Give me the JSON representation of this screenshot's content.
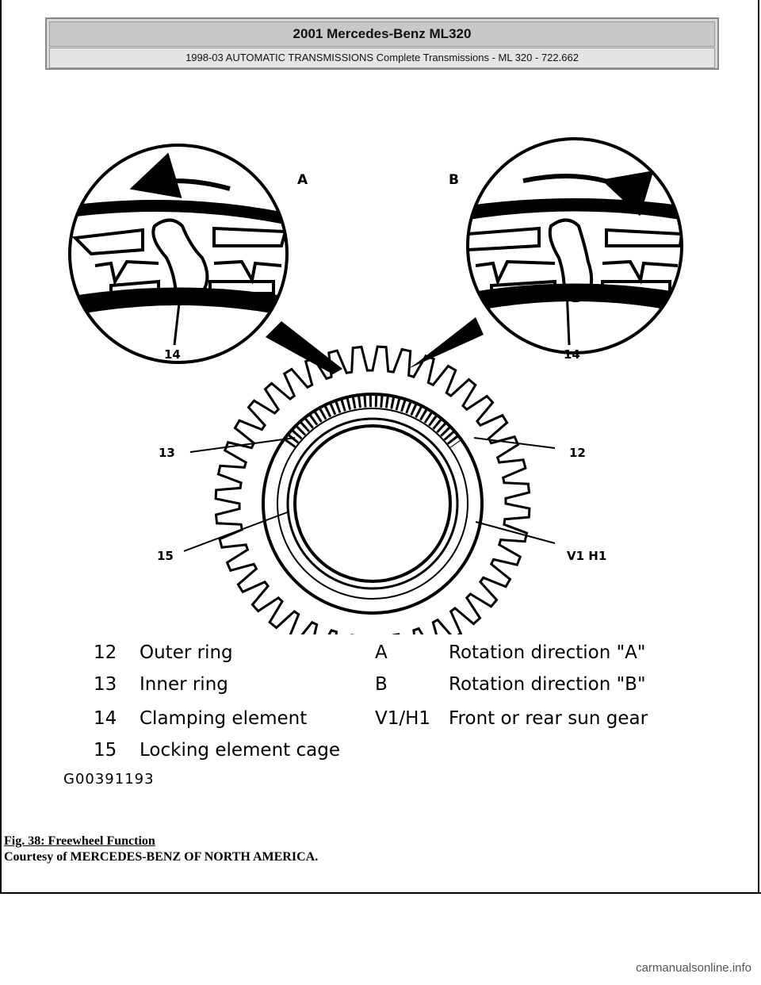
{
  "header": {
    "title": "2001 Mercedes-Benz ML320",
    "subtitle": "1998-03 AUTOMATIC TRANSMISSIONS Complete Transmissions - ML 320 - 722.662"
  },
  "diagram": {
    "labels": {
      "a": "A",
      "b": "B",
      "fourteen_left": "14",
      "fourteen_right": "14",
      "thirteen": "13",
      "twelve": "12",
      "fifteen": "15",
      "v1h1": "V1 H1"
    }
  },
  "legend": [
    {
      "num": "12",
      "name": "Outer ring",
      "key": "A",
      "desc": "Rotation direction \"A\""
    },
    {
      "num": "13",
      "name": "Inner ring",
      "key": "B",
      "desc": "Rotation direction \"B\""
    },
    {
      "num": "14",
      "name": "Clamping element",
      "key": "V1/H1",
      "desc": "Front or rear sun gear"
    },
    {
      "num": "15",
      "name": "Locking element cage",
      "key": "",
      "desc": ""
    }
  ],
  "figure_code": "G00391193",
  "caption": {
    "title": "Fig. 38: Freewheel Function",
    "credit": "Courtesy of MERCEDES-BENZ OF NORTH AMERICA."
  },
  "footer": "carmanualsonline.info"
}
